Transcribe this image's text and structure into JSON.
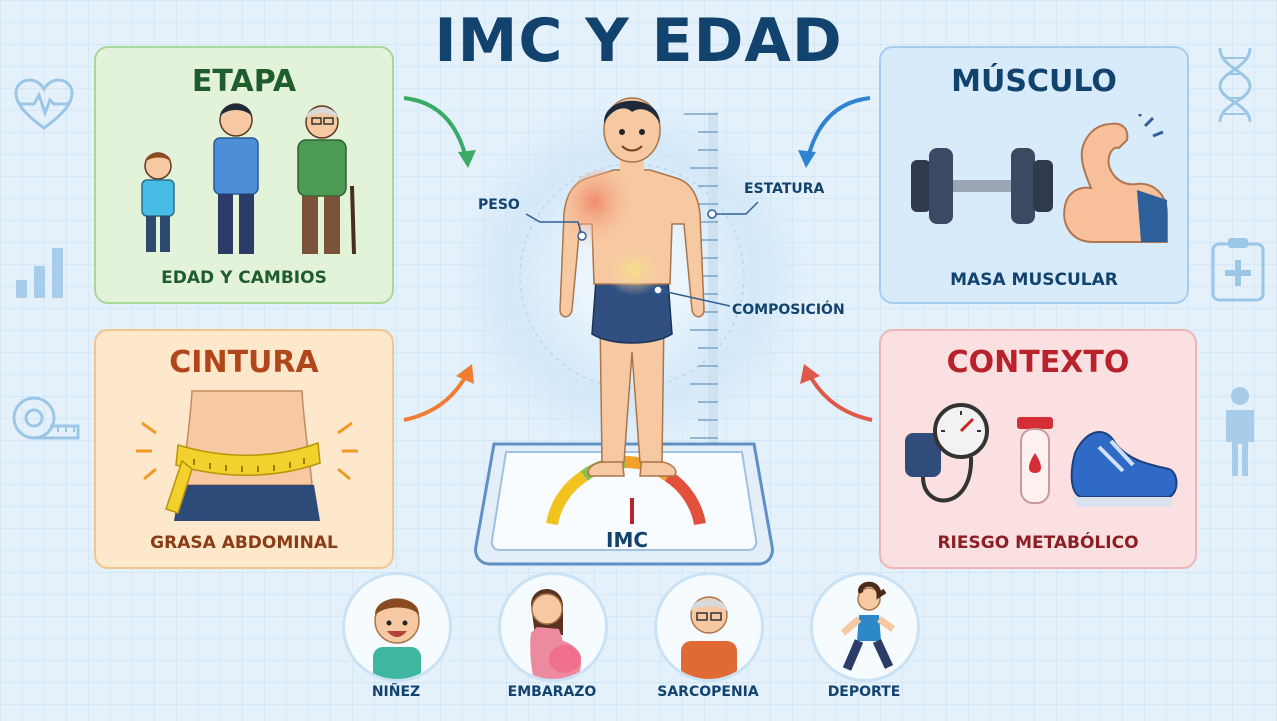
{
  "title": "IMC Y EDAD",
  "cards": {
    "etapa": {
      "title": "ETAPA",
      "caption": "EDAD Y CAMBIOS"
    },
    "cintura": {
      "title": "CINTURA",
      "caption": "GRASA ABDOMINAL"
    },
    "musculo": {
      "title": "MÚSCULO",
      "caption": "MASA MUSCULAR"
    },
    "contexto": {
      "title": "CONTEXTO",
      "caption": "RIESGO METABÓLICO"
    }
  },
  "center": {
    "labels": {
      "peso": "PESO",
      "estatura": "ESTATURA",
      "composicion": "COMPOSICIÓN"
    },
    "scale_label": "IMC"
  },
  "badges": [
    {
      "label": "NIÑEZ"
    },
    {
      "label": "EMBARAZO"
    },
    {
      "label": "SARCOPENIA"
    },
    {
      "label": "DEPORTE"
    }
  ],
  "colors": {
    "title": "#12436e",
    "green": "#1f5e2c",
    "orange": "#b1461a",
    "blue": "#12436e",
    "red": "#b8222b"
  },
  "side_icons": [
    "heart-pulse-icon",
    "bar-chart-icon",
    "tape-measure-icon",
    "dna-icon",
    "clipboard-cross-icon",
    "person-icon"
  ]
}
